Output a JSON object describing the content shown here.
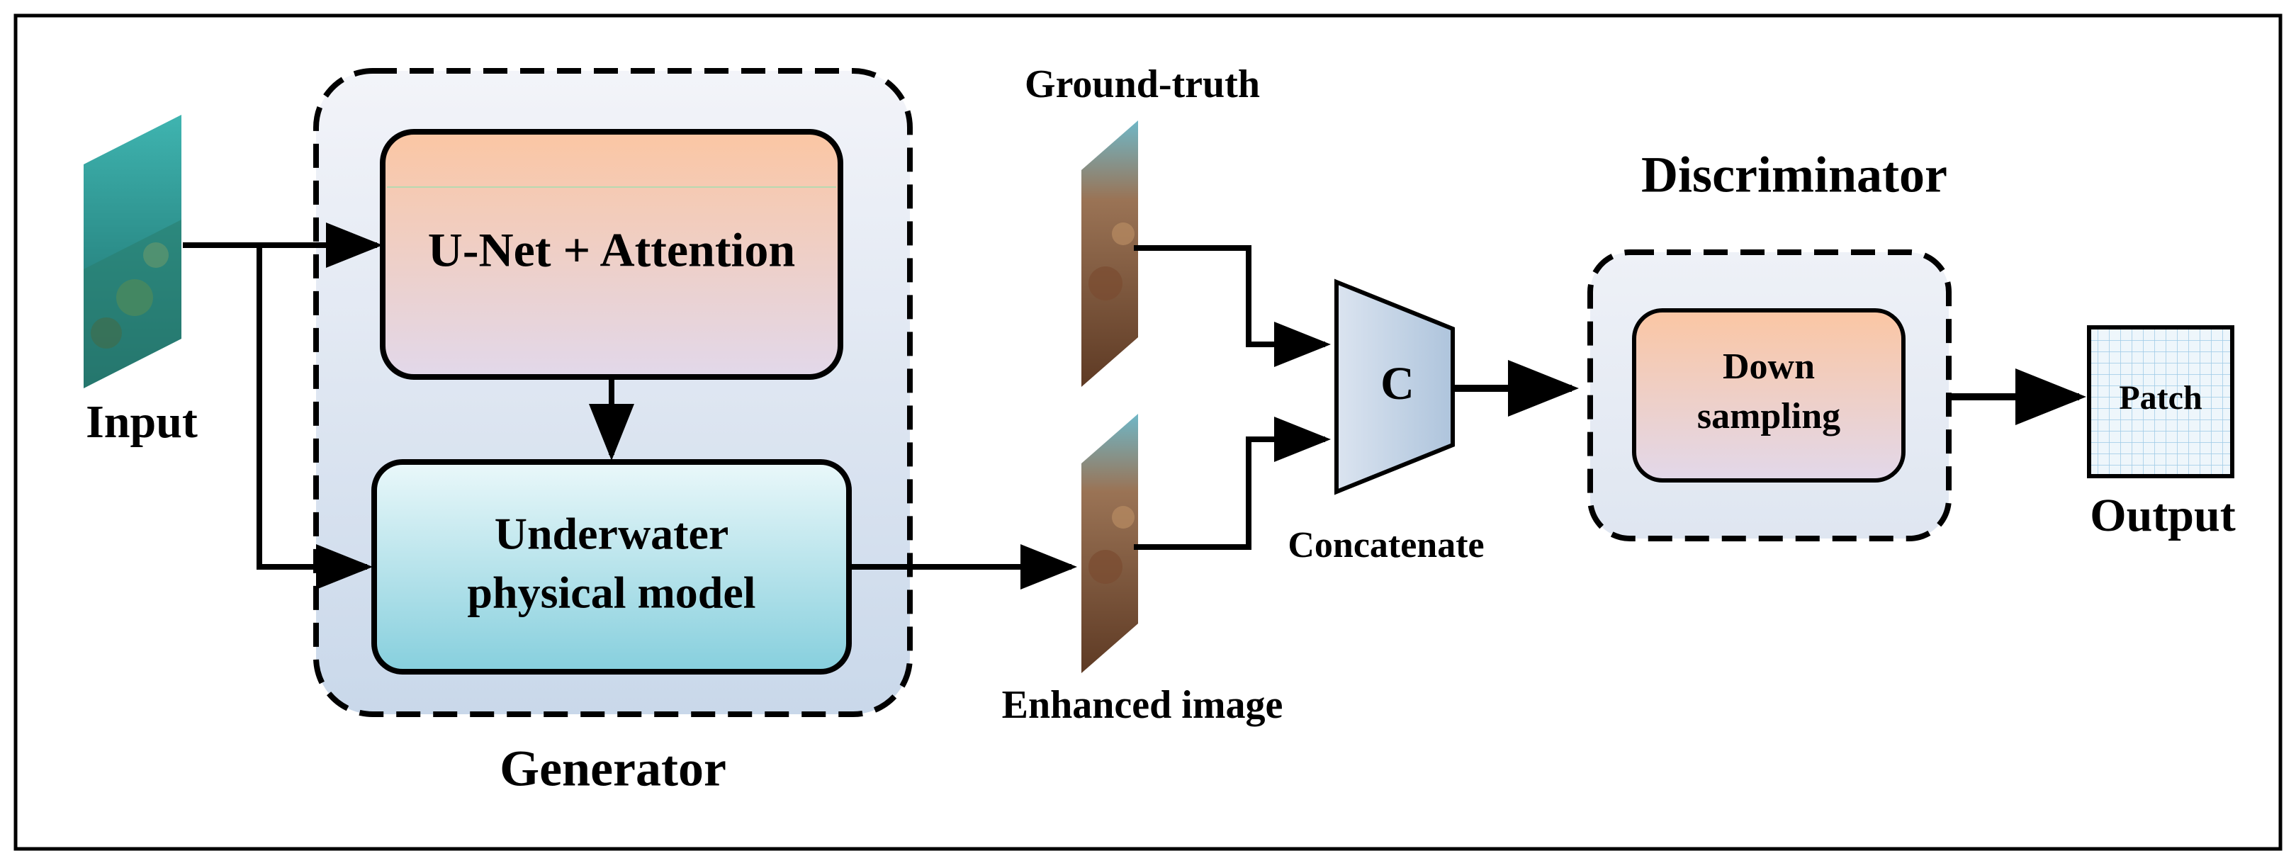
{
  "labels": {
    "input": "Input",
    "output": "Output",
    "generator": "Generator",
    "discriminator": "Discriminator",
    "ground_truth": "Ground-truth",
    "enhanced_image": "Enhanced image",
    "concatenate": "Concatenate"
  },
  "blocks": {
    "unet": "U-Net + Attention",
    "physical_line1": "Underwater",
    "physical_line2": "physical model",
    "concat_symbol": "C",
    "downsampling_line1": "Down",
    "downsampling_line2": "sampling",
    "patch": "Patch"
  },
  "colors": {
    "peach": "#fbc9a8",
    "lavender": "#e4d9ea",
    "cyan_light": "#e6f6f8",
    "cyan": "#8fd2df",
    "container_light": "#f3f4f9",
    "container_blue": "#c9d8ea",
    "grid_line": "#9cc9e6",
    "water": "#2f9a99",
    "coral": "#8a5a3c"
  },
  "icons": {
    "input_image": "underwater-photo-icon",
    "ground_truth_image": "underwater-photo-icon",
    "enhanced_image": "underwater-photo-icon",
    "patch": "grid-patch-icon"
  }
}
